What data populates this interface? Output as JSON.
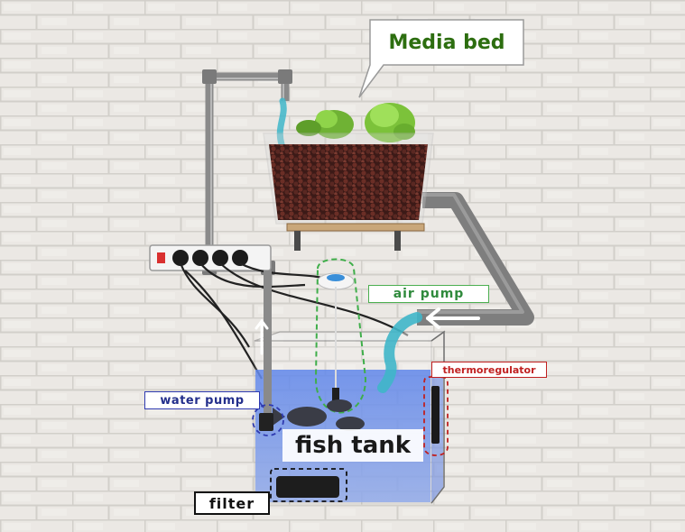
{
  "labels": {
    "media_bed": "Media bed",
    "air_pump": "air pump",
    "thermoregulator": "thermoregulator",
    "water_pump": "water pump",
    "fish_tank": "fish tank",
    "filter": "filter"
  },
  "colors": {
    "wall": "#ebe8e4",
    "mortar": "#d2cfca",
    "pipe": "#8a8a8a",
    "water": "#6f8fe6",
    "water_stream": "#3fb6c9",
    "clay_pebbles": "#5a2a22",
    "lettuce": "#7cc23a",
    "media_bed_text": "#2d6e10",
    "air_pump_accent": "#4caf50",
    "thermo_accent": "#c02020",
    "water_pump_accent": "#2f3ab0"
  },
  "icons": [
    "power-strip-icon",
    "plug-icon",
    "fish-icon",
    "arrow-up-icon",
    "arrow-left-icon",
    "air-stone-icon",
    "heater-icon"
  ]
}
